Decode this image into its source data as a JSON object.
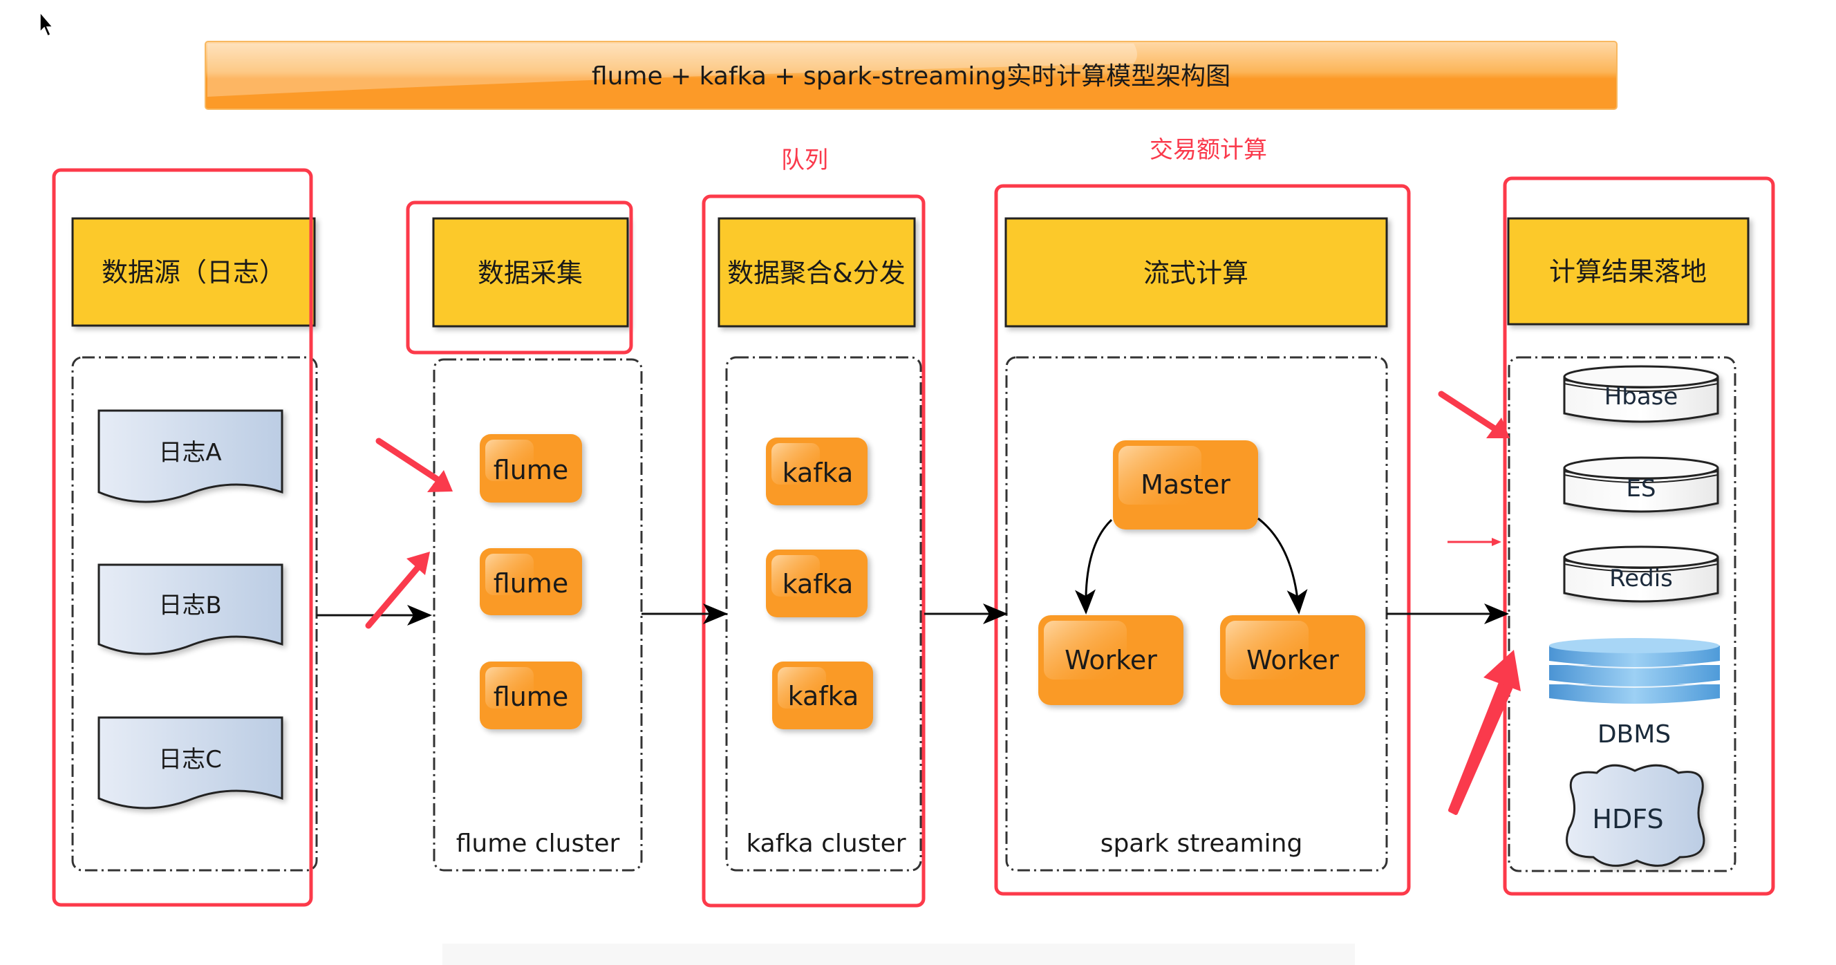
{
  "title": "flume + kafka + spark-streaming实时计算模型架构图",
  "annotations": {
    "queue_label": "队列",
    "compute_label": "交易额计算"
  },
  "colors": {
    "title_bar": "#fc9a28",
    "header_fill": "#fcc92c",
    "node_fill": "#fa9a26",
    "annotation_red": "#fa3a4c",
    "doc_fill": "#d3deee",
    "dbms_blue": "#5ba6de"
  },
  "columns": [
    {
      "header": "数据源（日志）",
      "items": [
        "日志A",
        "日志B",
        "日志C"
      ]
    },
    {
      "header": "数据采集",
      "items": [
        "flume",
        "flume",
        "flume"
      ],
      "cluster_label": "flume cluster"
    },
    {
      "header": "数据聚合&分发",
      "items": [
        "kafka",
        "kafka",
        "kafka"
      ],
      "cluster_label": "kafka cluster"
    },
    {
      "header": "流式计算",
      "master": "Master",
      "workers": [
        "Worker",
        "Worker"
      ],
      "cluster_label": "spark streaming"
    },
    {
      "header": "计算结果落地",
      "stores": [
        "Hbase",
        "ES",
        "Redis"
      ],
      "dbms": "DBMS",
      "hdfs": "HDFS"
    }
  ]
}
